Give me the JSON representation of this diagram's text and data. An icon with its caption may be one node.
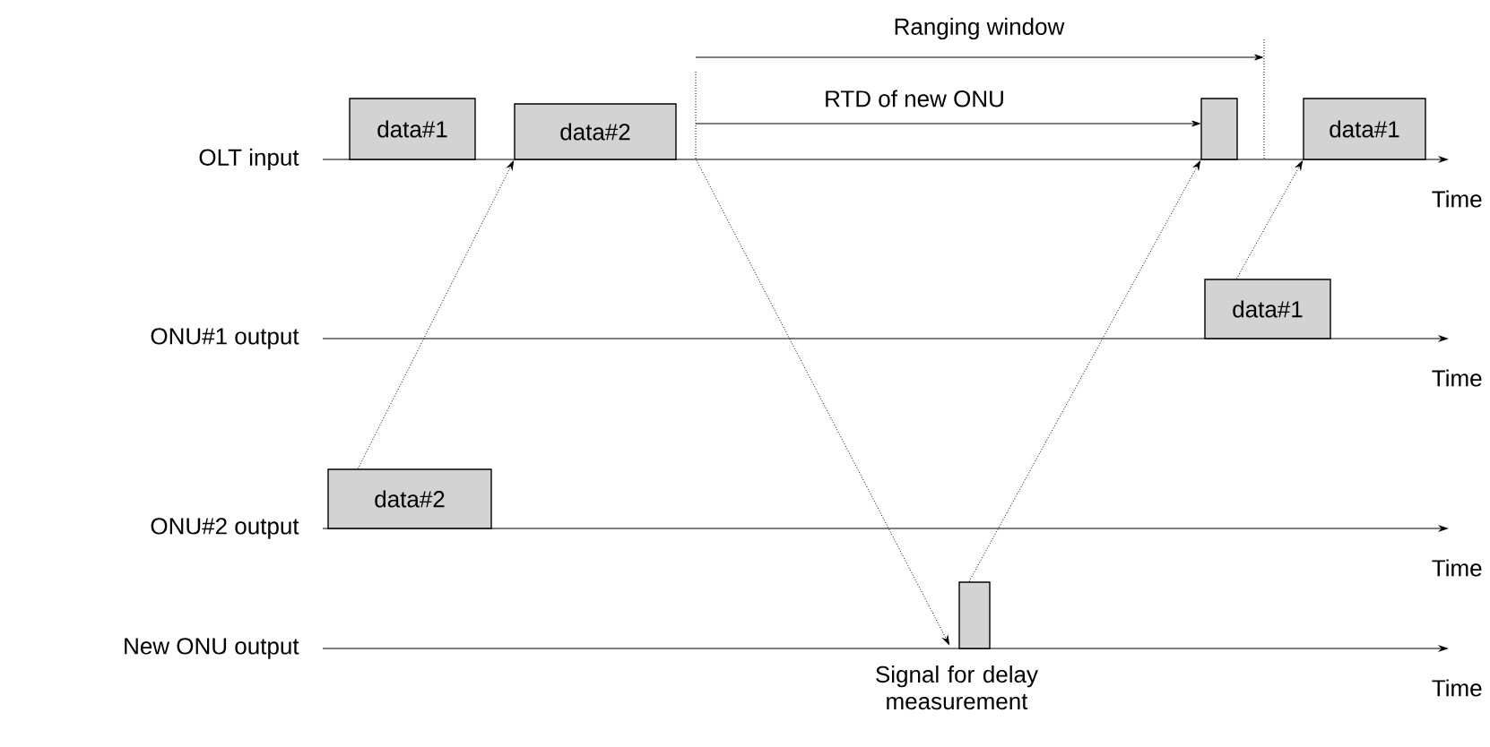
{
  "diagram": {
    "nodes": [
      {
        "text": [
          "data#1"
        ]
      },
      {
        "text": [
          "data#2"
        ]
      },
      {
        "text": [],
        "shape": "box"
      },
      {
        "text": [
          "data#1"
        ]
      },
      {
        "text": [
          "data#1"
        ]
      },
      {
        "text": [
          "data#2"
        ]
      },
      {
        "text": [],
        "shape": "box",
        "beside": [
          "Signal for delay measurement"
        ]
      }
    ],
    "edges": [
      {
        "from": 5,
        "to": 1,
        "arrow": "to"
      },
      {
        "from": 1,
        "to": 6,
        "arrow": "to"
      },
      {
        "from": 6,
        "to": 2,
        "arrow": "to"
      },
      {
        "from": 4,
        "to": 3,
        "arrow": "to"
      }
    ],
    "labels": [
      "Ranging window",
      "RTD of new ONU",
      "OLT input",
      "Time",
      "ONU#1 output",
      "Time",
      "ONU#2 output",
      "Time",
      "New ONU output",
      "Time"
    ]
  }
}
